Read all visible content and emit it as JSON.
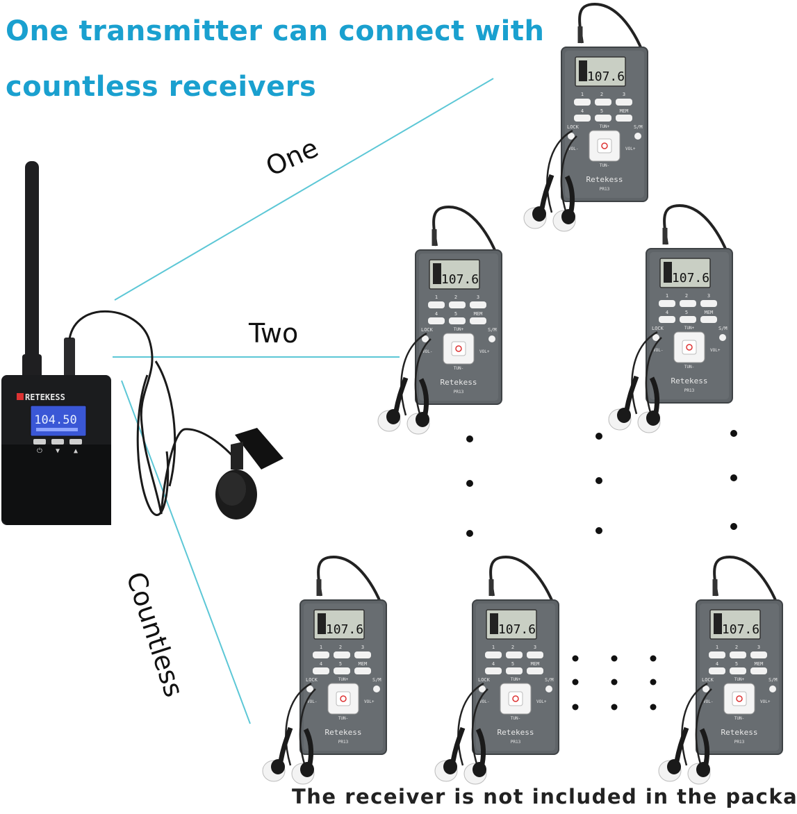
{
  "headline": {
    "line1": "One transmitter can connect with",
    "line2": "countless receivers"
  },
  "labels": {
    "one": "One",
    "two": "Two",
    "countless": "Countless"
  },
  "transmitter": {
    "brand": "RETEKESS",
    "display": "104.50"
  },
  "receiver": {
    "brand": "Retekess",
    "model": "PR13",
    "display": "107.6",
    "buttons": [
      "1",
      "2",
      "3",
      "4",
      "5",
      "MEM"
    ],
    "side_left": "LOCK",
    "side_right": "S/M",
    "tune_up": "TUN+",
    "tune_down": "TUN-",
    "vol_left": "VOL-",
    "vol_right": "VOL+"
  },
  "footer": "The receiver is not included in the package",
  "colors": {
    "headline": "#1aa0cf",
    "connector": "#5cc7d6",
    "receiver_body": "#5f6468",
    "transmitter_body": "#1b1c1e",
    "lcd_blue": "#3a57d6"
  }
}
